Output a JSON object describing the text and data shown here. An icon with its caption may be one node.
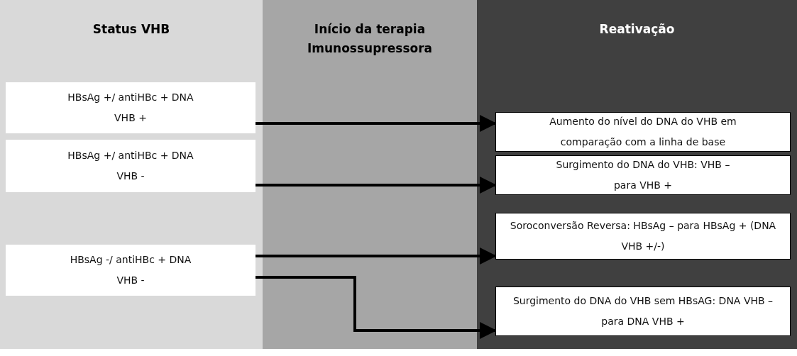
{
  "diagram": {
    "nodes": [
      {
        "text": [
          "Status VHB"
        ]
      },
      {
        "text": [
          "HBsAg +/ antiHBc + DNA VHB +"
        ],
        "in": 0
      },
      {
        "text": [
          "HBsAg +/ antiHBc + DNA VHB -"
        ],
        "in": 0
      },
      {
        "text": [
          "HBsAg -/ antiHBc + DNA VHB -"
        ],
        "in": 0
      },
      {
        "text": [
          "Reativação"
        ]
      },
      {
        "text": [
          "Aumento do nível do DNA do VHB em comparação com a linha de base"
        ],
        "in": 4
      },
      {
        "text": [
          "Surgimento do DNA do VHB: VHB – para VHB +"
        ],
        "in": 4
      },
      {
        "text": [
          "Soroconversão Reversa: HBsAg – para HBsAg  + (DNA VHB +/-)"
        ],
        "in": 4
      },
      {
        "text": [
          "Surgimento do DNA do VHB sem HBsAG: DNA VHB – para DNA VHB +"
        ],
        "in": 4
      }
    ],
    "edges": [
      {
        "from": 1,
        "to": 5,
        "arrow": "to"
      },
      {
        "from": 2,
        "to": 6,
        "arrow": "to"
      },
      {
        "from": 3,
        "to": 7,
        "arrow": "to"
      },
      {
        "from": 3,
        "to": 8,
        "arrow": "to"
      }
    ],
    "labels": [
      "Início da terapia Imunossupressora"
    ]
  }
}
